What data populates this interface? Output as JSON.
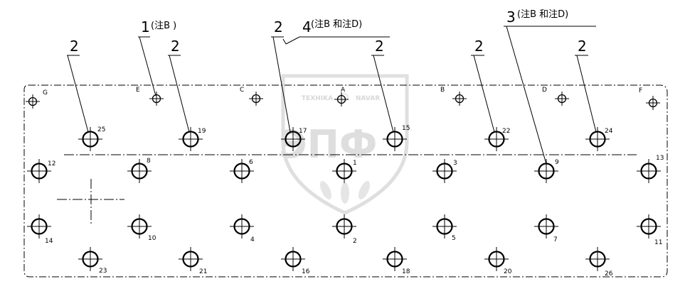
{
  "colors": {
    "ink": "#000000",
    "watermark": "#c8c8c8",
    "background": "#ffffff"
  },
  "callouts": [
    {
      "id": "c-g",
      "number": "2",
      "note": ""
    },
    {
      "id": "c-e",
      "number": "1",
      "note": "(注B )"
    },
    {
      "id": "c-e2",
      "number": "2",
      "note": ""
    },
    {
      "id": "c-mid2",
      "number": "2",
      "note": ""
    },
    {
      "id": "c-mid4",
      "number": "4",
      "note": "(注B 和注D)"
    },
    {
      "id": "c-b",
      "number": "2",
      "note": ""
    },
    {
      "id": "c-b2",
      "number": "2",
      "note": ""
    },
    {
      "id": "c-d",
      "number": "3",
      "note": "(注B 和注D)"
    },
    {
      "id": "c-f",
      "number": "2",
      "note": ""
    }
  ],
  "dowel_holes": [
    {
      "label": "G"
    },
    {
      "label": "E"
    },
    {
      "label": "C"
    },
    {
      "label": "A"
    },
    {
      "label": "B"
    },
    {
      "label": "D"
    },
    {
      "label": "F"
    }
  ],
  "bolt_holes": [
    {
      "label": "25"
    },
    {
      "label": "19"
    },
    {
      "label": "17"
    },
    {
      "label": "15"
    },
    {
      "label": "22"
    },
    {
      "label": "24"
    },
    {
      "label": "12"
    },
    {
      "label": "8"
    },
    {
      "label": "6"
    },
    {
      "label": "1"
    },
    {
      "label": "3"
    },
    {
      "label": "9"
    },
    {
      "label": "13"
    },
    {
      "label": "14"
    },
    {
      "label": "10"
    },
    {
      "label": "4"
    },
    {
      "label": "2"
    },
    {
      "label": "5"
    },
    {
      "label": "7"
    },
    {
      "label": "11"
    },
    {
      "label": "23"
    },
    {
      "label": "21"
    },
    {
      "label": "16"
    },
    {
      "label": "18"
    },
    {
      "label": "20"
    },
    {
      "label": "26"
    }
  ],
  "watermark": {
    "top_left": "TEXHIKA",
    "top_right": "NAVAR",
    "letters": "ЭПФ"
  }
}
